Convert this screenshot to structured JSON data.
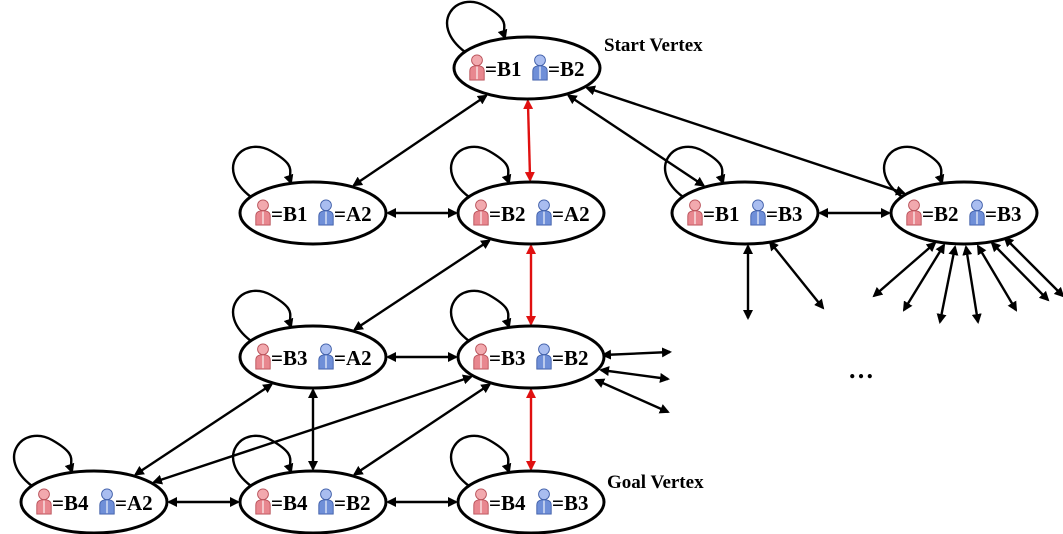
{
  "labels": {
    "start": "Start Vertex",
    "goal": "Goal Vertex",
    "more": "…"
  },
  "colors": {
    "robot_red": "#e8878f",
    "robot_blue": "#6f8fd8",
    "path_red": "#e01010",
    "edge": "#000000"
  },
  "icons": {
    "red_robot": "red-person-icon",
    "blue_robot": "blue-person-icon"
  },
  "nodes": [
    {
      "id": "n1",
      "red": "=B1",
      "blue": "=B2"
    },
    {
      "id": "n2",
      "red": "=B1",
      "blue": "=A2"
    },
    {
      "id": "n3",
      "red": "=B2",
      "blue": "=A2"
    },
    {
      "id": "n4",
      "red": "=B1",
      "blue": "=B3"
    },
    {
      "id": "n5",
      "red": "=B2",
      "blue": "=B3"
    },
    {
      "id": "n6",
      "red": "=B3",
      "blue": "=A2"
    },
    {
      "id": "n7",
      "red": "=B3",
      "blue": "=B2"
    },
    {
      "id": "n8",
      "red": "=B4",
      "blue": "=A2"
    },
    {
      "id": "n9",
      "red": "=B4",
      "blue": "=B2"
    },
    {
      "id": "n10",
      "red": "=B4",
      "blue": "=B3"
    }
  ],
  "edges": [
    {
      "from": "n1",
      "to": "n2",
      "highlight": false
    },
    {
      "from": "n1",
      "to": "n3",
      "highlight": true
    },
    {
      "from": "n1",
      "to": "n4",
      "highlight": false
    },
    {
      "from": "n1",
      "to": "n5",
      "highlight": false
    },
    {
      "from": "n2",
      "to": "n3",
      "highlight": false
    },
    {
      "from": "n4",
      "to": "n5",
      "highlight": false
    },
    {
      "from": "n3",
      "to": "n6",
      "highlight": false
    },
    {
      "from": "n3",
      "to": "n7",
      "highlight": true
    },
    {
      "from": "n6",
      "to": "n7",
      "highlight": false
    },
    {
      "from": "n6",
      "to": "n8",
      "highlight": false
    },
    {
      "from": "n6",
      "to": "n9",
      "highlight": false
    },
    {
      "from": "n7",
      "to": "n8",
      "highlight": false
    },
    {
      "from": "n7",
      "to": "n9",
      "highlight": false
    },
    {
      "from": "n7",
      "to": "n10",
      "highlight": true
    },
    {
      "from": "n8",
      "to": "n9",
      "highlight": false
    },
    {
      "from": "n9",
      "to": "n10",
      "highlight": false
    }
  ],
  "self_loops": [
    "n1",
    "n2",
    "n3",
    "n4",
    "n5",
    "n6",
    "n7",
    "n8",
    "n9",
    "n10"
  ]
}
